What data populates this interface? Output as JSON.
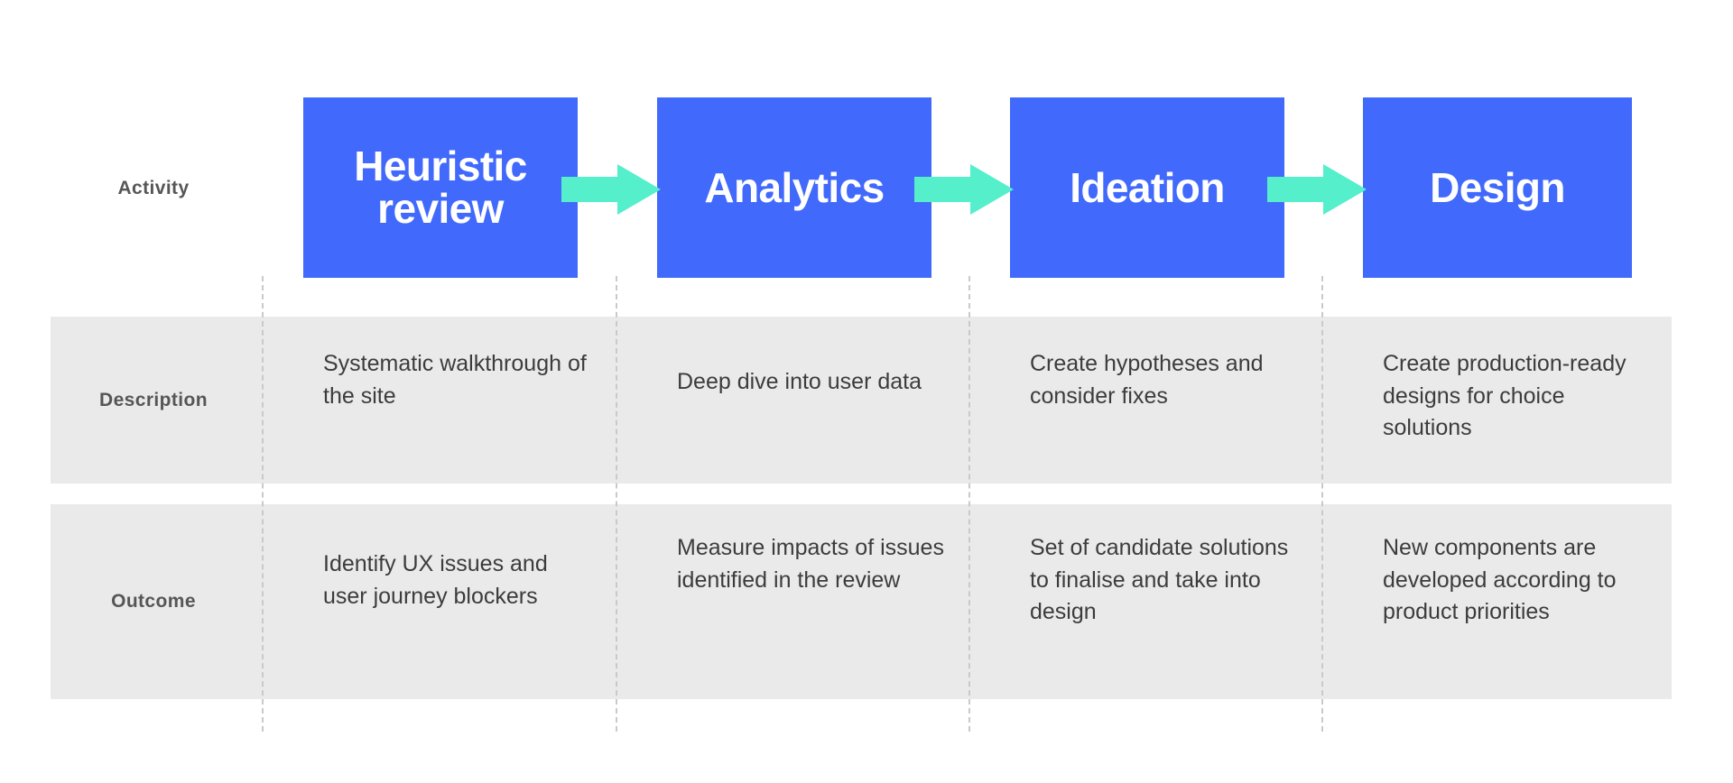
{
  "colors": {
    "box_blue": "#4169fb",
    "arrow_mint": "#55efcc",
    "band_grey": "#eaeaea",
    "label_grey": "#565656",
    "body_text": "#3c3c3c",
    "dash_grey": "#c9c9c9",
    "background": "#ffffff"
  },
  "row_labels": {
    "activity": "Activity",
    "description": "Description",
    "outcome": "Outcome"
  },
  "icons": {
    "arrow_1": "arrow-right-icon",
    "arrow_2": "arrow-right-icon",
    "arrow_3": "arrow-right-icon"
  },
  "columns": [
    {
      "activity": "Heuristic review",
      "activity_lines": [
        "Heuristic",
        "review"
      ],
      "description": "Systematic walkthrough of the site",
      "outcome": "Identify UX issues and user journey blockers"
    },
    {
      "activity": "Analytics",
      "activity_lines": [
        "Analytics"
      ],
      "description": "Deep dive into user data",
      "outcome": "Measure impacts of issues identified in the review"
    },
    {
      "activity": "Ideation",
      "activity_lines": [
        "Ideation"
      ],
      "description": "Create hypotheses and consider fixes",
      "outcome": "Set of candidate solutions to finalise and take into design"
    },
    {
      "activity": "Design",
      "activity_lines": [
        "Design"
      ],
      "description": "Create production-ready designs for choice solutions",
      "outcome": "New components are developed according to product priorities"
    }
  ]
}
